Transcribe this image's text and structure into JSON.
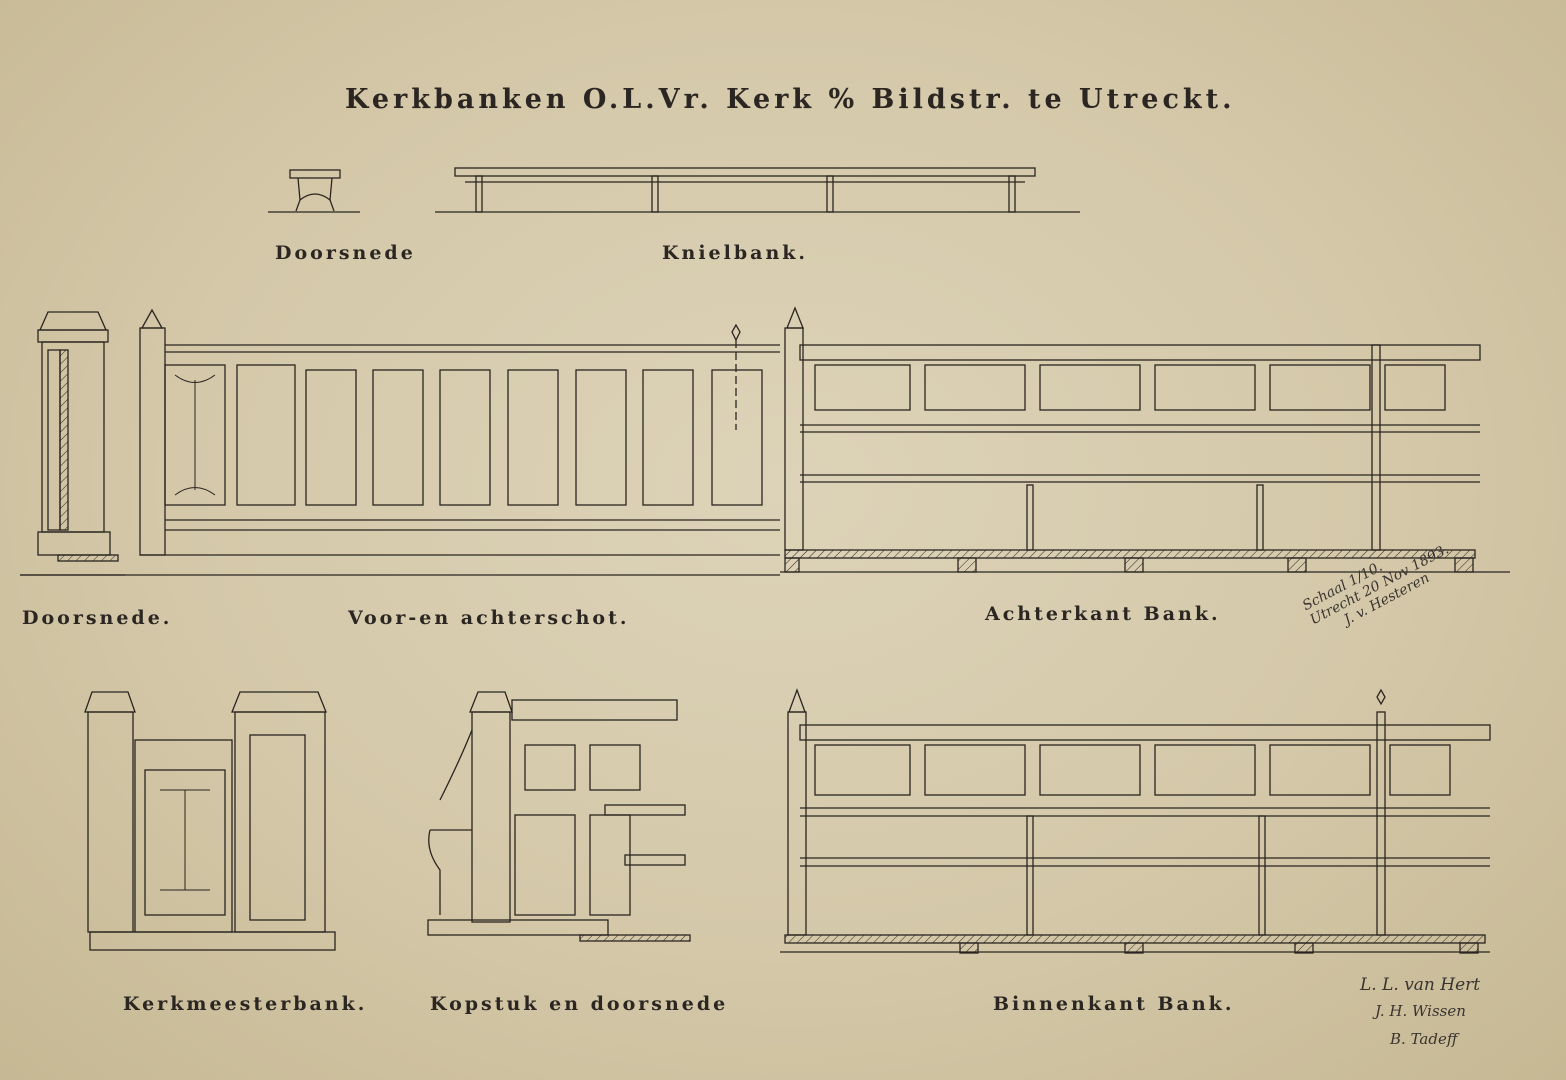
{
  "title": "Kerkbanken O.L.Vr. Kerk % Bildstr. te Utreckt.",
  "labels": {
    "doorsnede_knielbank": "Doorsnede",
    "knielbank": "Knielbank.",
    "doorsnede": "Doorsnede.",
    "voor_en_achterschot": "Voor-en achterschot.",
    "achterkant_bank": "Achterkant Bank.",
    "kerkmeesterbank": "Kerkmeesterbank.",
    "kopstuk": "Kopstuk en doorsnede",
    "binnenkant_bank": "Binnenkant Bank."
  },
  "annotation": {
    "scale": "Schaal 1/10.",
    "place_date": "Utrecht 20 Nov 1893.",
    "signature": "J. v. Hesteren"
  },
  "signatures": [
    "L. L. van Hert",
    "J. H. Wissen",
    "B. Tadeff"
  ],
  "colors": {
    "paper": "#d4c8a9",
    "ink": "#2a2520"
  }
}
